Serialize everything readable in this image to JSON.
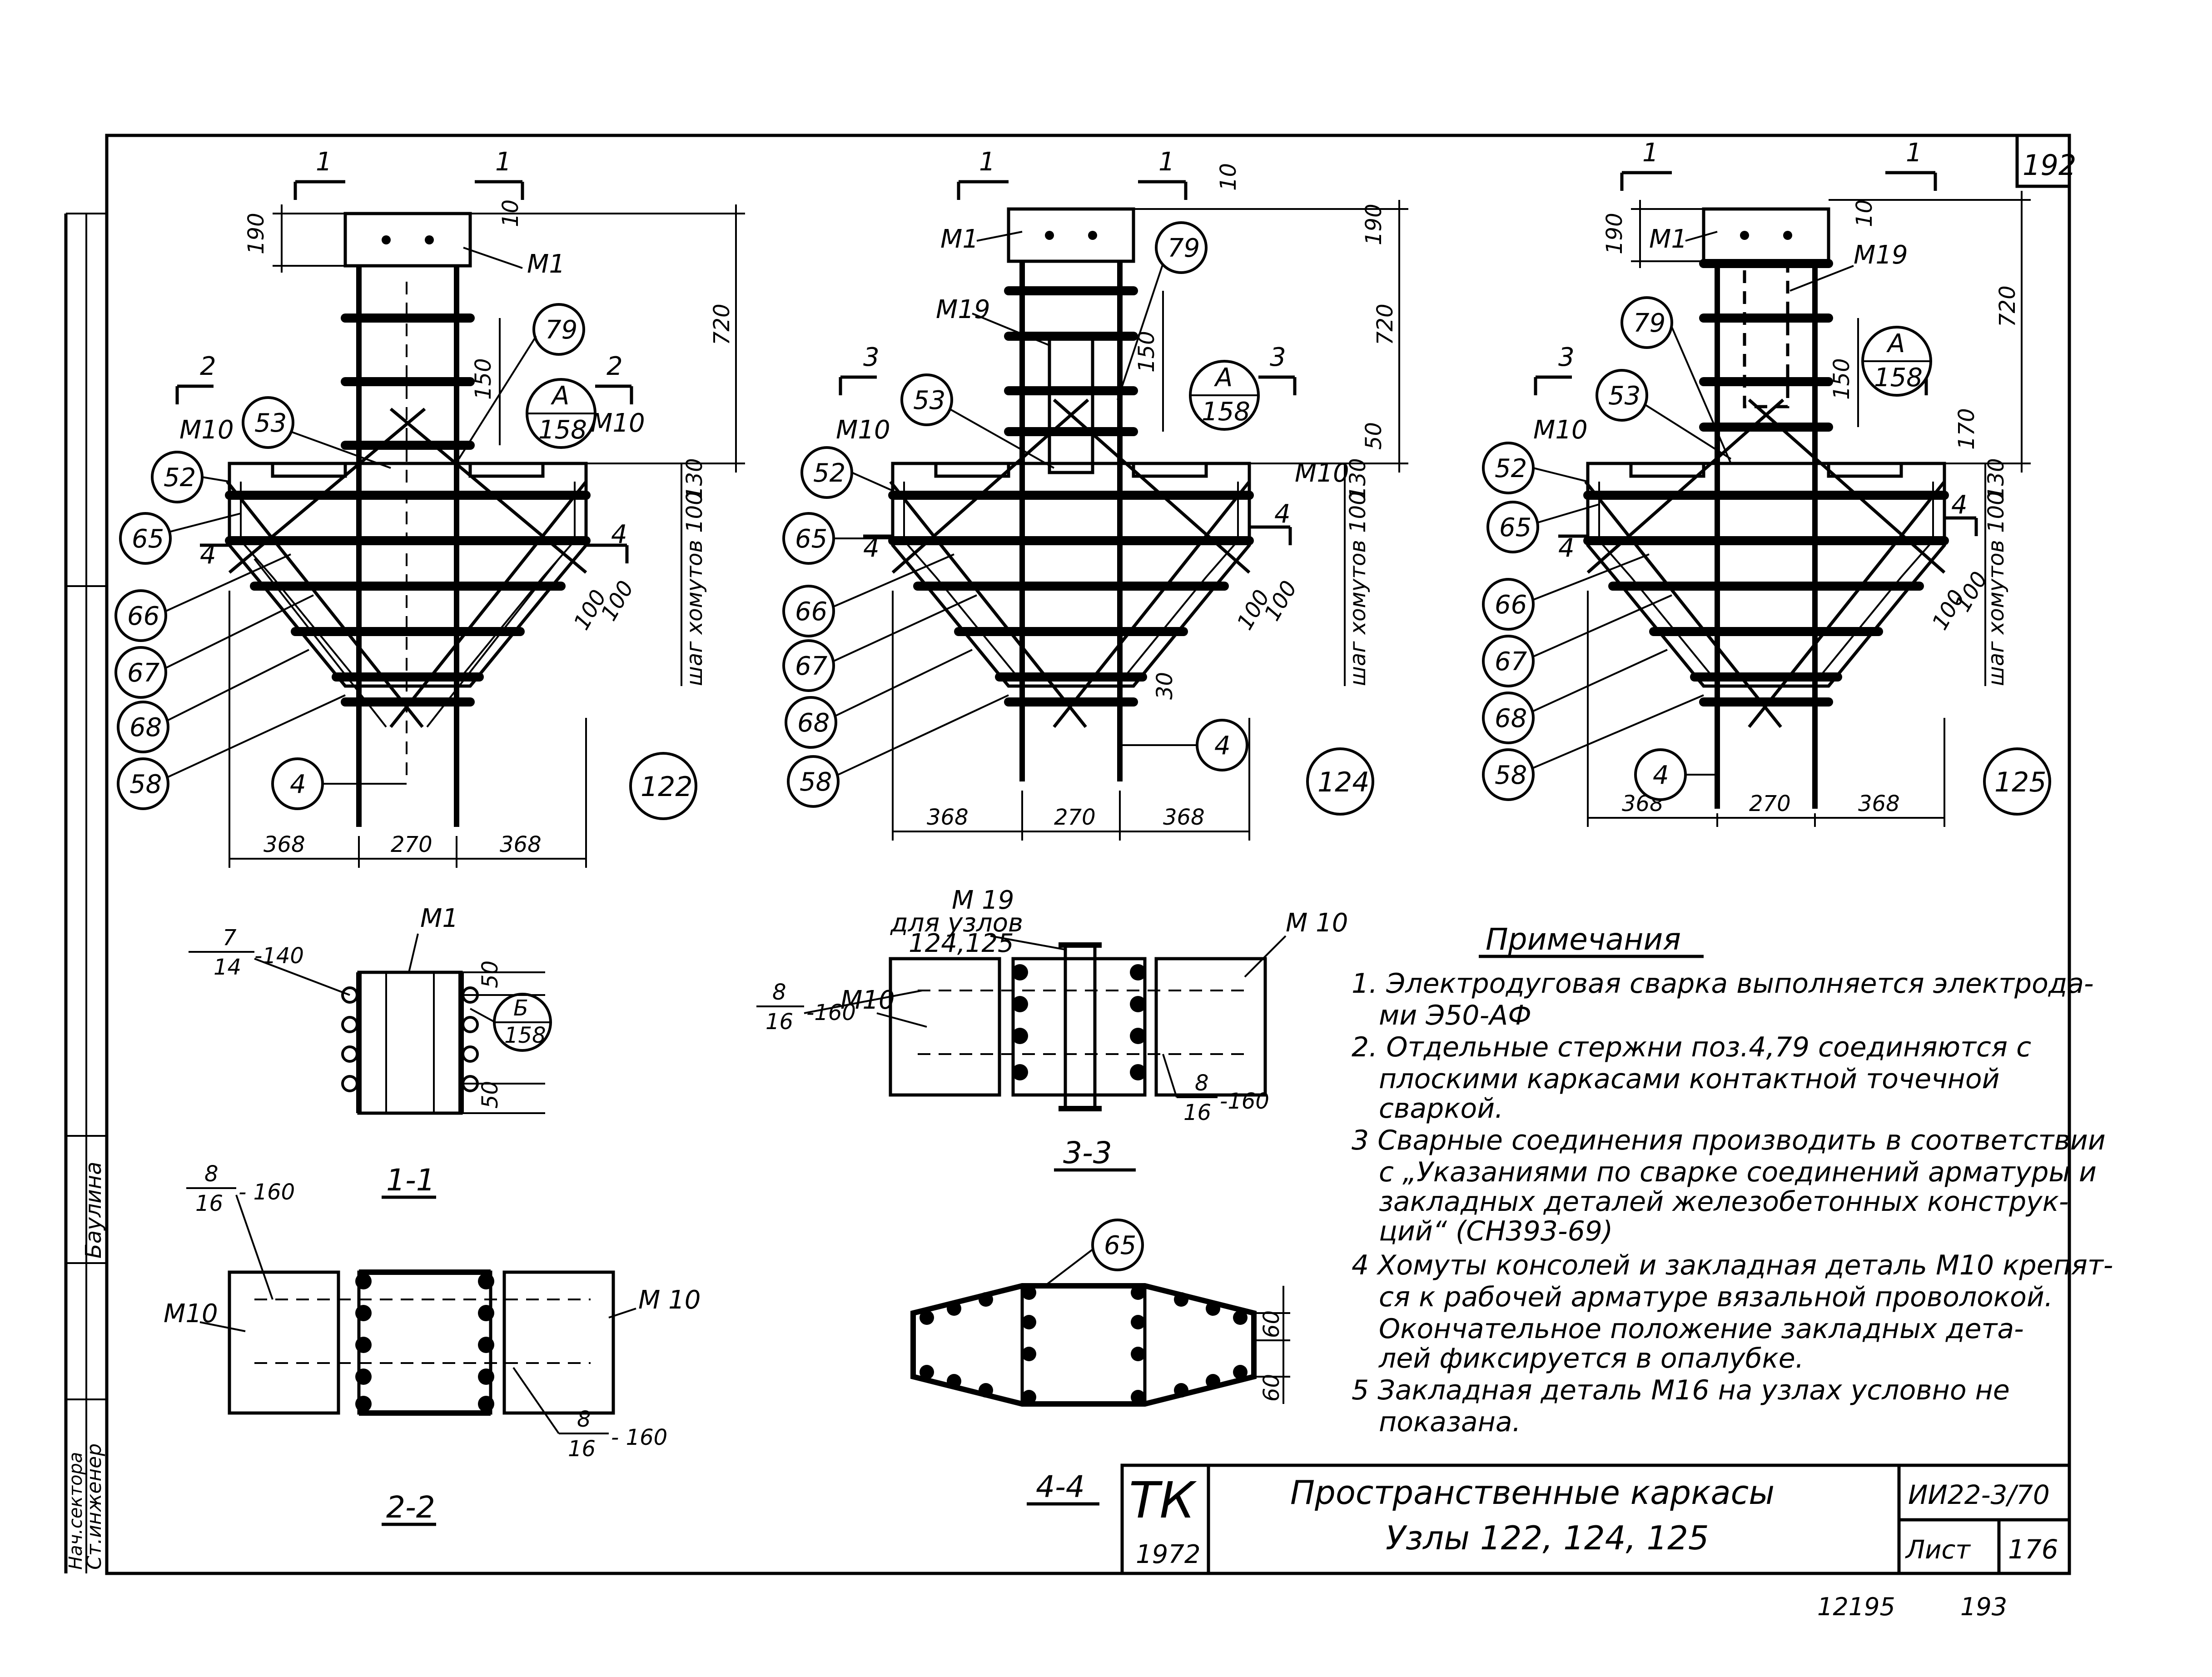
{
  "sheet": {
    "number": "192",
    "subsheet": "193",
    "code": "12195",
    "series": "ИИ22-3/70",
    "list_label": "Лист",
    "list_no": "176",
    "org": "ТК",
    "year": "1972",
    "title_line1": "Пространственные каркасы",
    "title_line2": "Узлы 122, 124, 125"
  },
  "side_stamp": {
    "names": [
      "Баулина",
      "Ст.инженер",
      "Нач.сектора"
    ]
  },
  "nodes": [
    {
      "id": "node-122",
      "node_label": "122",
      "callouts": [
        "53",
        "79",
        "52",
        "65",
        "66",
        "67",
        "68",
        "58",
        "4"
      ],
      "embed_labels": [
        "М1",
        "М10",
        "М10"
      ],
      "detail_ref": {
        "top": "А",
        "bottom": "158"
      },
      "section_marks": [
        "1",
        "1",
        "2",
        "2",
        "4",
        "4"
      ],
      "dims": {
        "d190": "190",
        "d10": "10",
        "d720": "720",
        "d150": "150",
        "d130": "130",
        "d100a": "100",
        "d100b": "100",
        "step_label": "шаг хомутов 100",
        "bottom": [
          "368",
          "270",
          "368"
        ]
      }
    },
    {
      "id": "node-124",
      "node_label": "124",
      "callouts": [
        "53",
        "79",
        "52",
        "65",
        "66",
        "67",
        "68",
        "58",
        "4"
      ],
      "embed_labels": [
        "М1",
        "М19",
        "М10",
        "М10"
      ],
      "detail_ref": {
        "top": "А",
        "bottom": "158"
      },
      "section_marks": [
        "1",
        "1",
        "3",
        "3",
        "4",
        "4"
      ],
      "dims": {
        "d190": "190",
        "d10": "10",
        "d720": "720",
        "d150": "150",
        "d50": "50",
        "d130": "130",
        "d100a": "100",
        "d100b": "100",
        "d30": "30",
        "step_label": "шаг хомутов 100",
        "bottom": [
          "368",
          "270",
          "368"
        ]
      }
    },
    {
      "id": "node-125",
      "node_label": "125",
      "callouts": [
        "79",
        "53",
        "52",
        "65",
        "66",
        "67",
        "68",
        "58",
        "4"
      ],
      "embed_labels": [
        "М1",
        "М19",
        "М10"
      ],
      "detail_ref": {
        "top": "А",
        "bottom": "158"
      },
      "section_marks": [
        "1",
        "1",
        "3",
        "3",
        "4",
        "4"
      ],
      "dims": {
        "d190": "190",
        "d10": "10",
        "d720": "720",
        "d150": "150",
        "d170": "170",
        "d130": "130",
        "d100a": "100",
        "d100b": "100",
        "step_label": "шаг хомутов 100",
        "bottom": [
          "368",
          "270",
          "368"
        ]
      }
    }
  ],
  "section_1_1": {
    "title": "1-1",
    "plate": "М1",
    "weld_top": "7",
    "weld_bottom": "14",
    "weld_len": "-140",
    "ref_top": "Б",
    "ref_bottom": "158",
    "d50a": "50",
    "d50b": "50"
  },
  "section_2_2": {
    "title": "2-2",
    "left_plate": "М10",
    "right_plate": "М 10",
    "weld1_top": "8",
    "weld1_bottom": "16",
    "weld1_len": "- 160",
    "weld2_top": "8",
    "weld2_bottom": "16",
    "weld2_len": "- 160"
  },
  "section_3_3": {
    "title": "3-3",
    "m19_label": "М 19",
    "m19_note1": "для узлов",
    "m19_note2": "124,125",
    "left_plate": "М10",
    "right_plate": "М 10",
    "weld1_top": "8",
    "weld1_bottom": "16",
    "weld1_len": "-160",
    "weld2_top": "8",
    "weld2_bottom": "16",
    "weld2_len": "-160"
  },
  "section_4_4": {
    "title": "4-4",
    "callout": "65",
    "d60a": "60",
    "d60b": "60"
  },
  "notes": {
    "heading": "Примечания",
    "lines": [
      "1. Электродуговая сварка выполняется электрода-",
      "ми Э50-АФ",
      "2. Отдельные стержни поз.4,79 соединяются с",
      "плоскими каркасами контактной точечной",
      "сваркой.",
      "3 Сварные соединения производить в соответствии",
      "с „Указаниями по сварке соединений арматуры и",
      "закладных деталей железобетонных конструк-",
      "ций“ (СН393-69)",
      "4 Хомуты консолей и закладная деталь М10 крепят-",
      "ся к рабочей арматуре вязальной проволокой.",
      "Окончательное положение закладных дета-",
      "лей фиксируется в опалубке.",
      "5 Закладная деталь М16 на узлах условно не",
      "показана."
    ]
  }
}
